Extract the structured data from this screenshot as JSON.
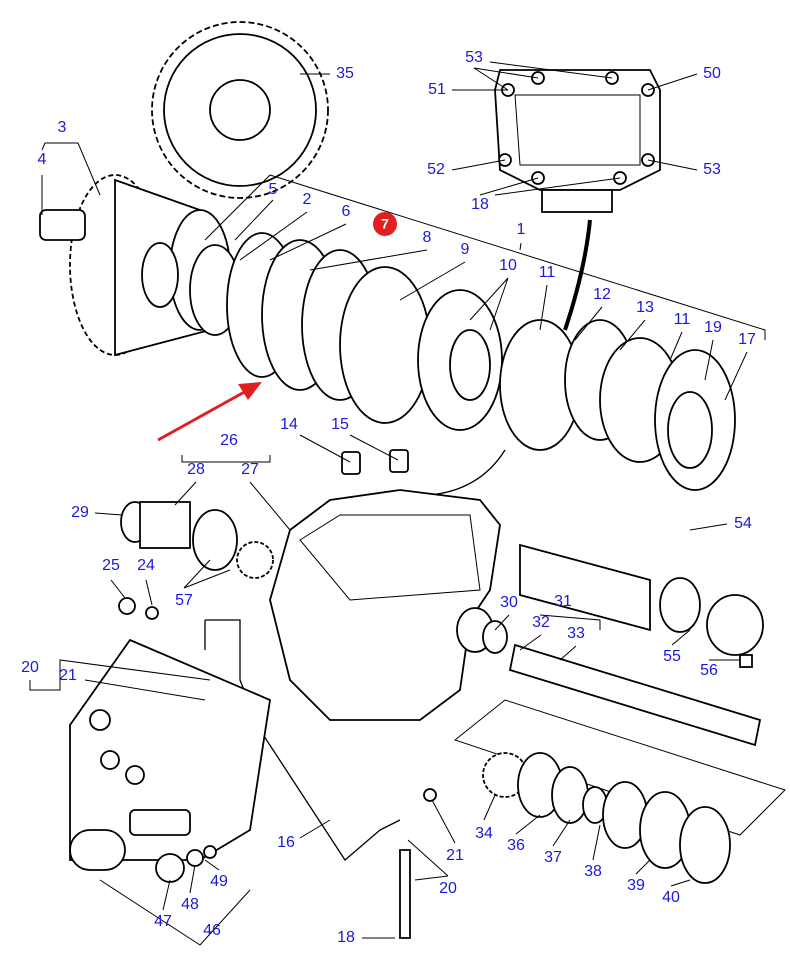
{
  "diagram": {
    "callouts": [
      "35",
      "3",
      "4",
      "5",
      "2",
      "6",
      "8",
      "9",
      "1",
      "10",
      "11",
      "12",
      "13",
      "11",
      "19",
      "17",
      "53",
      "50",
      "51",
      "52",
      "53",
      "18",
      "26",
      "28",
      "27",
      "14",
      "15",
      "29",
      "54",
      "25",
      "24",
      "57",
      "30",
      "31",
      "32",
      "33",
      "55",
      "56",
      "20",
      "21",
      "16",
      "21",
      "20",
      "34",
      "36",
      "37",
      "38",
      "39",
      "40",
      "49",
      "48",
      "47",
      "46",
      "18"
    ],
    "highlight_marker": {
      "label": "7",
      "color": "#e02020"
    },
    "arrow_color": "#e02020",
    "label_color": "#1a1ad8"
  }
}
